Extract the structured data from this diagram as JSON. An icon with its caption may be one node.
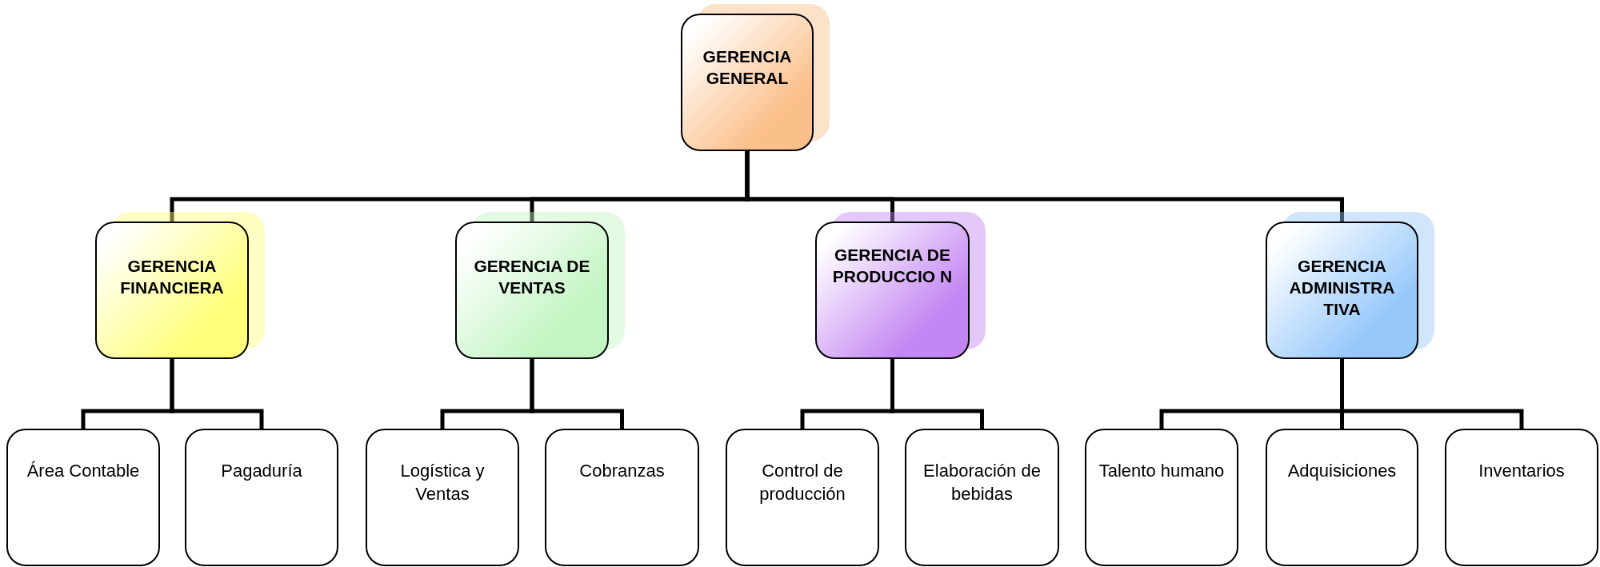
{
  "diagram": {
    "nodes": [
      {
        "text": [
          "GERENCIA GENERAL"
        ]
      },
      {
        "text": [
          "GERENCIA FINANCIERA"
        ]
      },
      {
        "text": [
          "GERENCIA DE VENTAS"
        ]
      },
      {
        "text": [
          "GERENCIA DE PRODUCCIO N"
        ]
      },
      {
        "text": [
          "GERENCIA ADMINISTRA TIVA"
        ]
      },
      {
        "text": [
          "Área Contable"
        ]
      },
      {
        "text": [
          "Pagaduría"
        ]
      },
      {
        "text": [
          "Logística y Ventas"
        ]
      },
      {
        "text": [
          "Cobranzas"
        ]
      },
      {
        "text": [
          "Control de producción"
        ]
      },
      {
        "text": [
          "Elaboración de bebidas"
        ]
      },
      {
        "text": [
          "Talento humano"
        ]
      },
      {
        "text": [
          "Adquisiciones"
        ]
      },
      {
        "text": [
          "Inventarios"
        ]
      }
    ],
    "edges": [
      {
        "from": 0,
        "to": 1,
        "arrow": "none"
      },
      {
        "from": 0,
        "to": 2,
        "arrow": "none"
      },
      {
        "from": 0,
        "to": 3,
        "arrow": "none"
      },
      {
        "from": 0,
        "to": 4,
        "arrow": "none"
      },
      {
        "from": 1,
        "to": 5,
        "arrow": "none"
      },
      {
        "from": 1,
        "to": 6,
        "arrow": "none"
      },
      {
        "from": 2,
        "to": 7,
        "arrow": "none"
      },
      {
        "from": 2,
        "to": 8,
        "arrow": "none"
      },
      {
        "from": 3,
        "to": 9,
        "arrow": "none"
      },
      {
        "from": 3,
        "to": 10,
        "arrow": "none"
      },
      {
        "from": 4,
        "to": 11,
        "arrow": "none"
      },
      {
        "from": 4,
        "to": 12,
        "arrow": "none"
      },
      {
        "from": 4,
        "to": 13,
        "arrow": "none"
      }
    ]
  }
}
